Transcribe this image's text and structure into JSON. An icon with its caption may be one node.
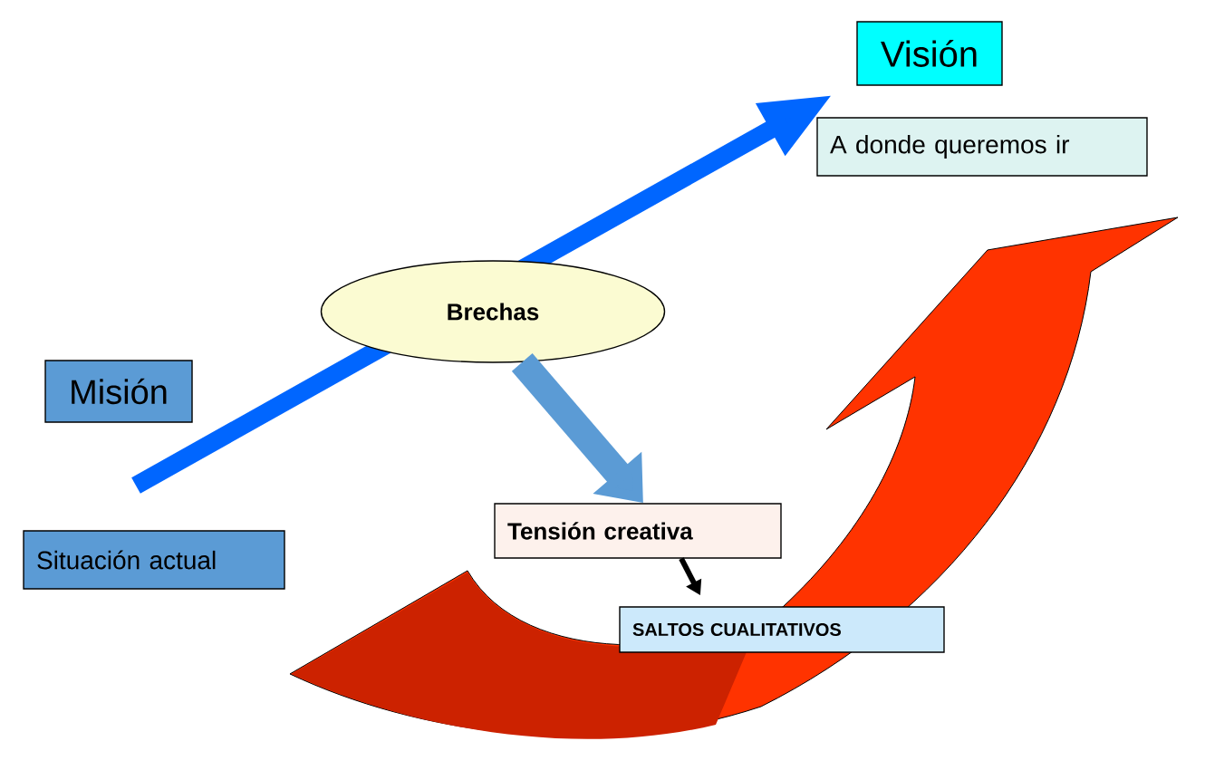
{
  "diagram": {
    "nodes": [
      {
        "text": [
          "Visión"
        ]
      },
      {
        "text": [
          "A donde queremos ir"
        ]
      },
      {
        "text": [
          "Misión"
        ]
      },
      {
        "text": [
          "Situación actual"
        ]
      },
      {
        "text": [
          "Brechas"
        ]
      },
      {
        "text": [
          "Tensión creativa"
        ]
      },
      {
        "text": [
          "SALTOS CUALITATIVOS"
        ]
      }
    ],
    "edges": [
      {
        "from": 4,
        "to": 5,
        "arrow": "to",
        "style": "thick",
        "color": "#5b9bd5"
      },
      {
        "from": 5,
        "to": 6,
        "arrow": "to",
        "color": "#000000"
      }
    ]
  }
}
